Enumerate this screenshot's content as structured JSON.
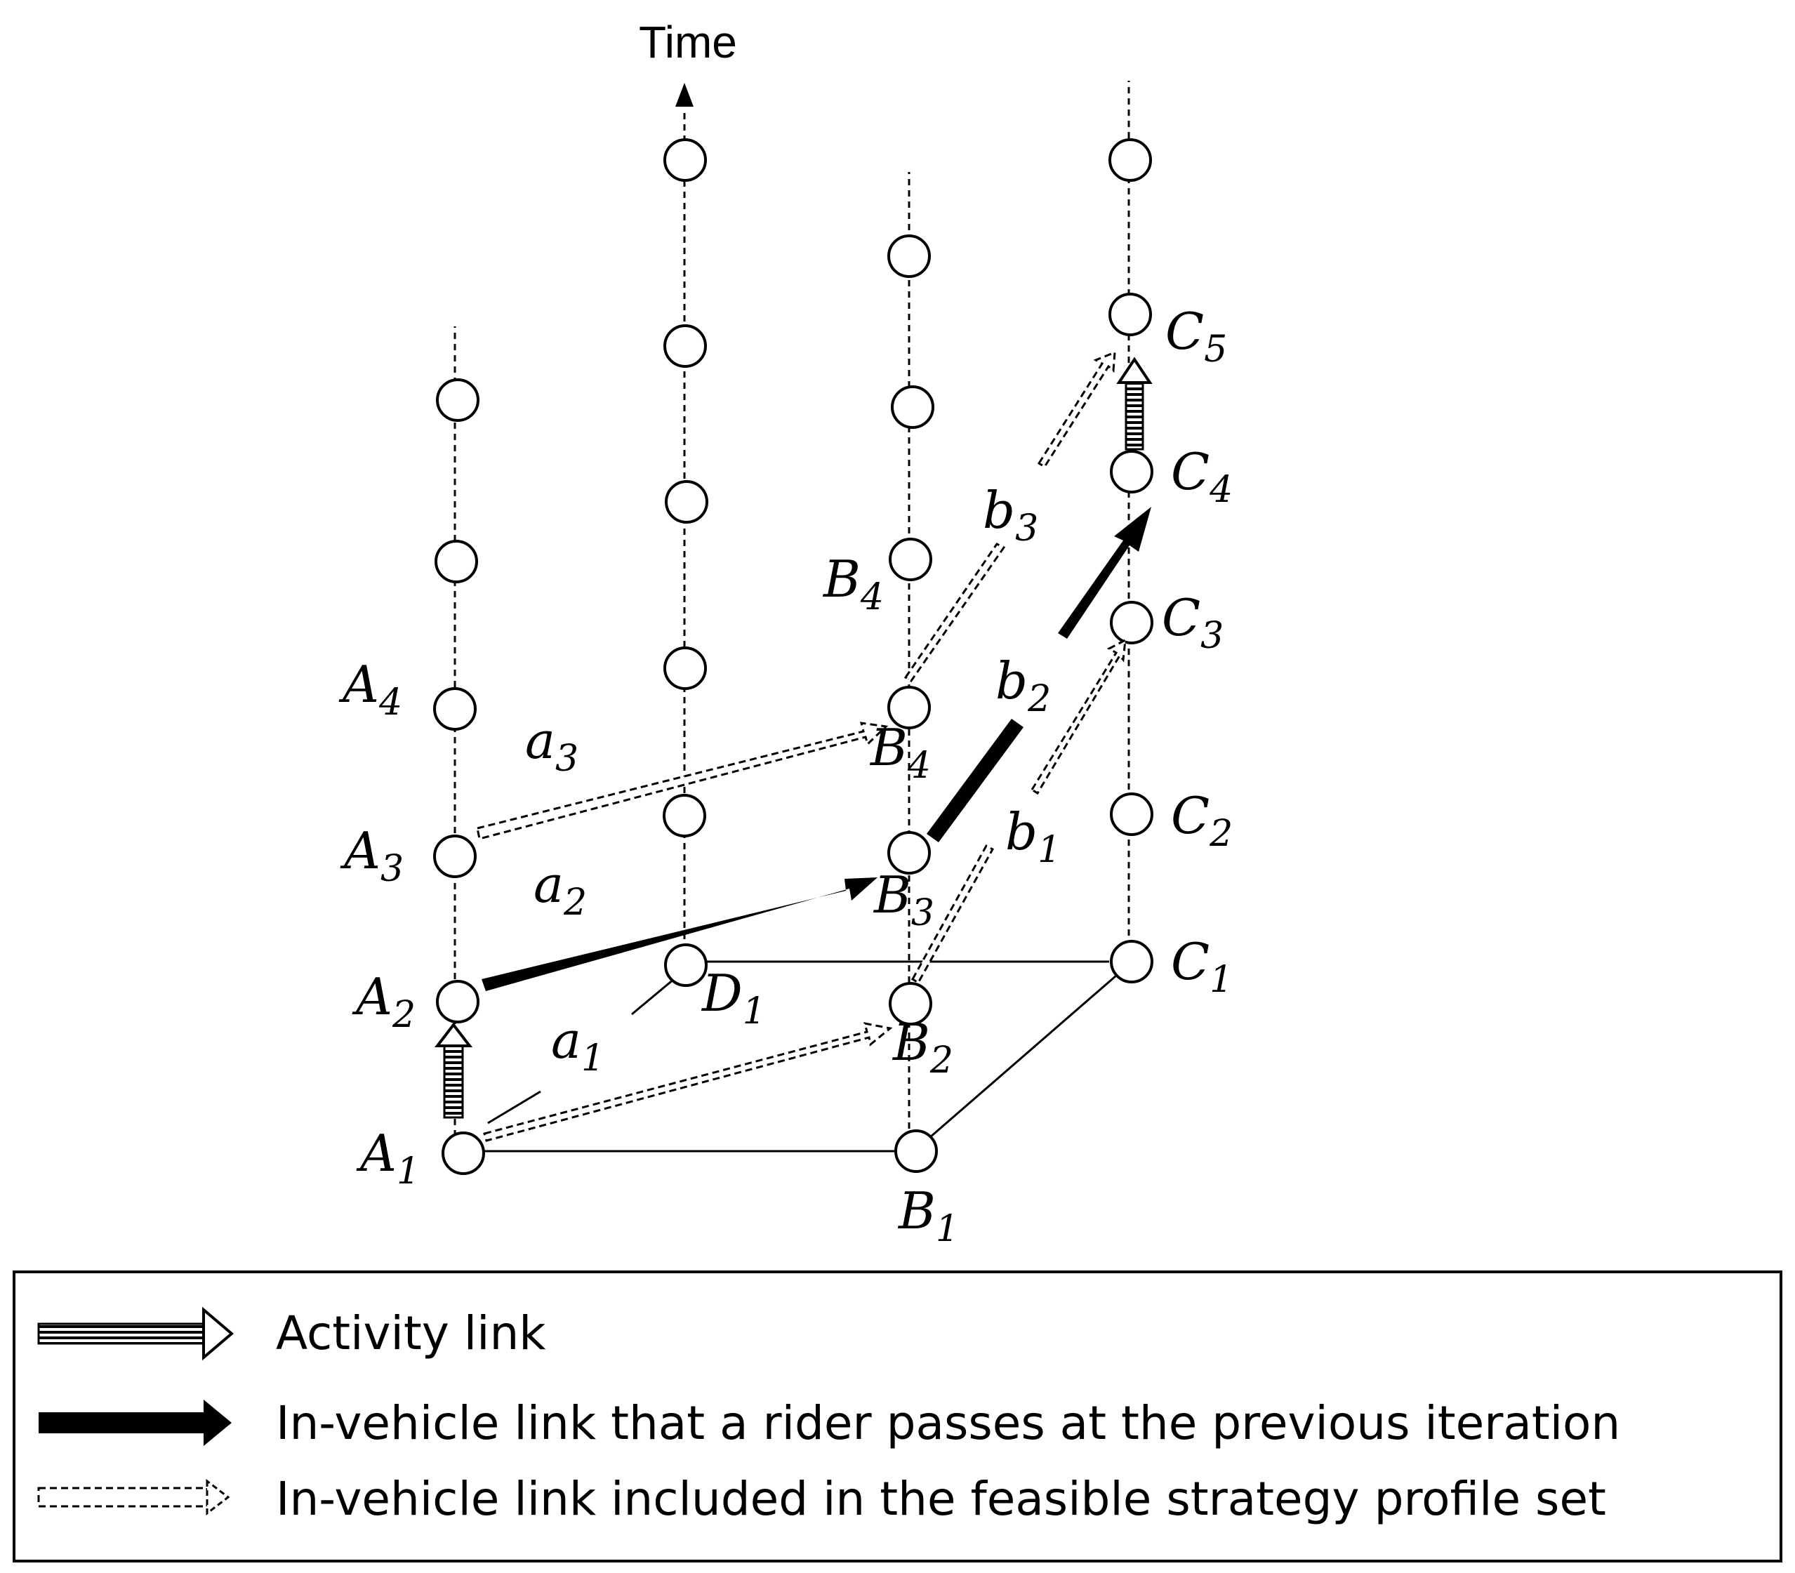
{
  "axis": {
    "time_label": "Time"
  },
  "node_labels": {
    "A1": {
      "base": "A",
      "sub": "1"
    },
    "A2": {
      "base": "A",
      "sub": "2"
    },
    "A3": {
      "base": "A",
      "sub": "3"
    },
    "A4": {
      "base": "A",
      "sub": "4"
    },
    "B1": {
      "base": "B",
      "sub": "1"
    },
    "B2": {
      "base": "B",
      "sub": "2"
    },
    "B3": {
      "base": "B",
      "sub": "3"
    },
    "B4": {
      "base": "B",
      "sub": "4"
    },
    "B4b": {
      "base": "B",
      "sub": "4"
    },
    "C1": {
      "base": "C",
      "sub": "1"
    },
    "C2": {
      "base": "C",
      "sub": "2"
    },
    "C3": {
      "base": "C",
      "sub": "3"
    },
    "C4": {
      "base": "C",
      "sub": "4"
    },
    "C5": {
      "base": "C",
      "sub": "5"
    },
    "D1": {
      "base": "D",
      "sub": "1"
    }
  },
  "link_labels": {
    "a1": {
      "base": "a",
      "sub": "1"
    },
    "a2": {
      "base": "a",
      "sub": "2"
    },
    "a3": {
      "base": "a",
      "sub": "3"
    },
    "b1": {
      "base": "b",
      "sub": "1"
    },
    "b2": {
      "base": "b",
      "sub": "2"
    },
    "b3": {
      "base": "b",
      "sub": "3"
    }
  },
  "legend": {
    "activity": "Activity link",
    "previous": "In-vehicle link that a rider passes at the previous iteration",
    "feasible": "In-vehicle link included in the feasible strategy profile set"
  }
}
